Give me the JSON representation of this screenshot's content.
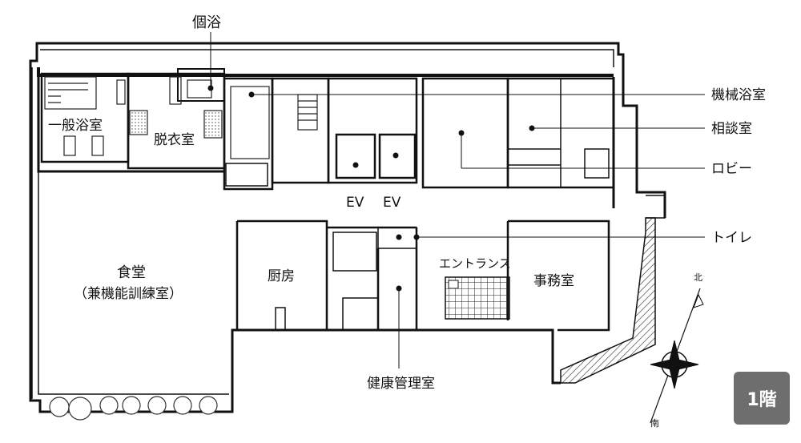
{
  "floor": "1階",
  "compass": {
    "north": "北",
    "south": "南"
  },
  "rooms": {
    "individual_bath": "個浴",
    "general_bath": "一般浴室",
    "changing_room": "脱衣室",
    "dining_line1": "食堂",
    "dining_line2": "（兼機能訓練室）",
    "kitchen": "厨房",
    "entrance": "エントランス",
    "office": "事務室",
    "ev1": "EV",
    "ev2": "EV"
  },
  "callouts": {
    "machine_bath": "機械浴室",
    "consultation": "相談室",
    "lobby": "ロビー",
    "toilet": "トイレ",
    "health_room": "健康管理室"
  }
}
